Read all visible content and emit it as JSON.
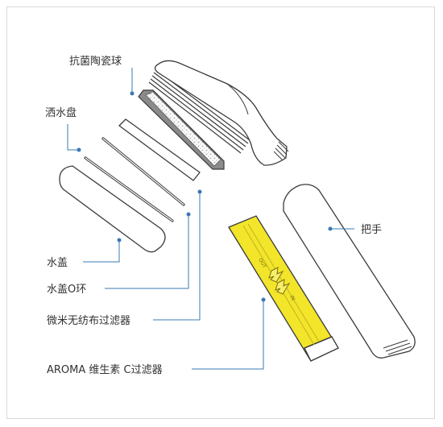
{
  "colors": {
    "leader": "#3a78b5",
    "outline": "#3a3a3a",
    "filter_yellow": "#f2e52a",
    "frame": "#d9d9d9"
  },
  "labels": {
    "ceramic_balls": "抗菌陶瓷球",
    "spray_plate": "洒水盘",
    "water_cover": "水盖",
    "water_cover_oring": "水盖O环",
    "micro_filter": "微米无纺布过滤器",
    "aroma_filter": "AROMA 维生素 C过滤器",
    "handle": "把手"
  },
  "part_markings": {
    "aroma_out": "OUT",
    "aroma_in": "IN"
  }
}
